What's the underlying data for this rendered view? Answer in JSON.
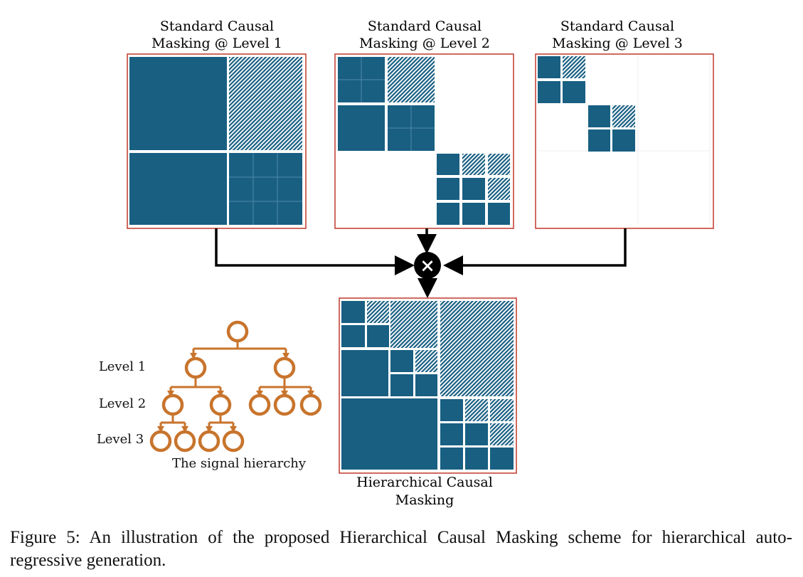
{
  "panels": {
    "level1": {
      "title_line1": "Standard Causal",
      "title_line2": "Masking @ Level 1"
    },
    "level2": {
      "title_line1": "Standard Causal",
      "title_line2": "Masking @ Level 2"
    },
    "level3": {
      "title_line1": "Standard Causal",
      "title_line2": "Masking @ Level 3"
    },
    "combined": {
      "title_line1": "Hierarchical Causal",
      "title_line2": "Masking"
    }
  },
  "operator": {
    "symbol": "×"
  },
  "tree": {
    "level_labels": [
      "Level 1",
      "Level 2",
      "Level 3"
    ],
    "caption": "The signal hierarchy"
  },
  "colors": {
    "block": "#185f82",
    "hatch": "#185f82",
    "frame": "#c0392b",
    "tree": "#c8742c",
    "arrow": "#000000"
  },
  "figure_caption": {
    "label": "Figure 5:",
    "text": "An illustration of the proposed Hierarchical Causal Masking scheme for hierarchical auto-regressive generation."
  }
}
